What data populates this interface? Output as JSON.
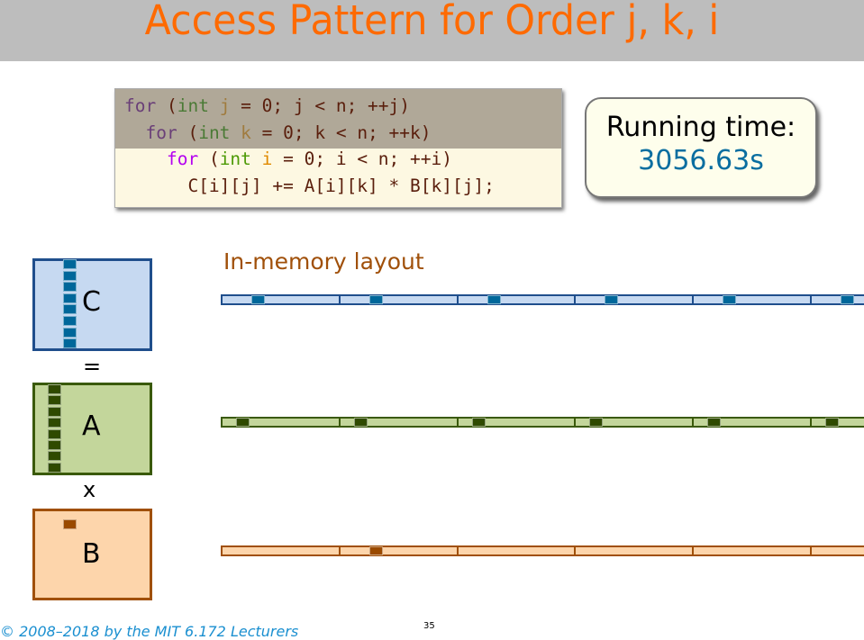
{
  "title": "Access Pattern for Order j, k, i",
  "code": {
    "line1": {
      "kw": "for",
      "p1": " (",
      "ty": "int",
      "v": " j",
      "rest": " = 0; j < n; ++j)"
    },
    "line2": {
      "kw": "for",
      "p1": " (",
      "ty": "int",
      "v": " k",
      "rest": " = 0; k < n; ++k)"
    },
    "line3": {
      "kw": "for",
      "p1": " (",
      "ty": "int",
      "v": " i",
      "rest": " = 0; i < n; ++i)"
    },
    "line4": "C[i][j] += A[i][k] * B[k][j];"
  },
  "running_time": {
    "label": "Running time:",
    "value": "3056.63s"
  },
  "matrices": {
    "c": "C",
    "a": "A",
    "b": "B",
    "equals": "=",
    "times": "x"
  },
  "layout_title": "In-memory layout",
  "colors": {
    "c_fill": "#c6d9f1",
    "c_border": "#1f4e8c",
    "c_cell": "#00679a",
    "a_fill": "#c3d69b",
    "a_border": "#3a5a0a",
    "a_cell": "#2f4a00",
    "b_fill": "#fdd5ab",
    "b_border": "#a0500a",
    "b_cell": "#9a4a00"
  },
  "footer": "© 2008–2018 by the MIT 6.172 Lecturers",
  "page_number": "35"
}
